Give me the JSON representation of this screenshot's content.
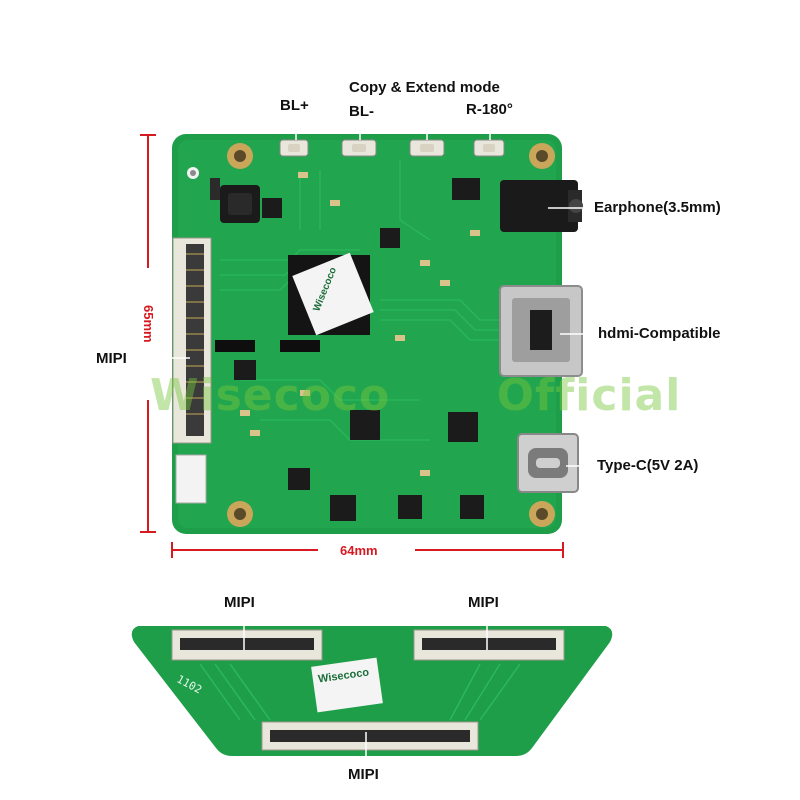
{
  "labels": {
    "bl_plus": "BL+",
    "bl_minus": "BL-",
    "copy_extend": "Copy & Extend mode",
    "r180": "R-180°",
    "earphone": "Earphone(3.5mm)",
    "hdmi": "hdmi-Compatible",
    "typec": "Type-C(5V 2A)",
    "mipi_left": "MIPI",
    "mipi_bottom_left": "MIPI",
    "mipi_bottom_right": "MIPI",
    "mipi_bottom_center": "MIPI"
  },
  "dimensions": {
    "height": "65mm",
    "width": "64mm"
  },
  "watermark": {
    "brand": "Wisecoco",
    "suffix": "Official"
  },
  "chip_logo": "Wisecoco",
  "adapter_silk": "1102",
  "colors": {
    "pcb": "#1f9e4a",
    "pcb_dark": "#168a3d",
    "dimension": "#d71920",
    "connector": "#e9e6dc"
  }
}
